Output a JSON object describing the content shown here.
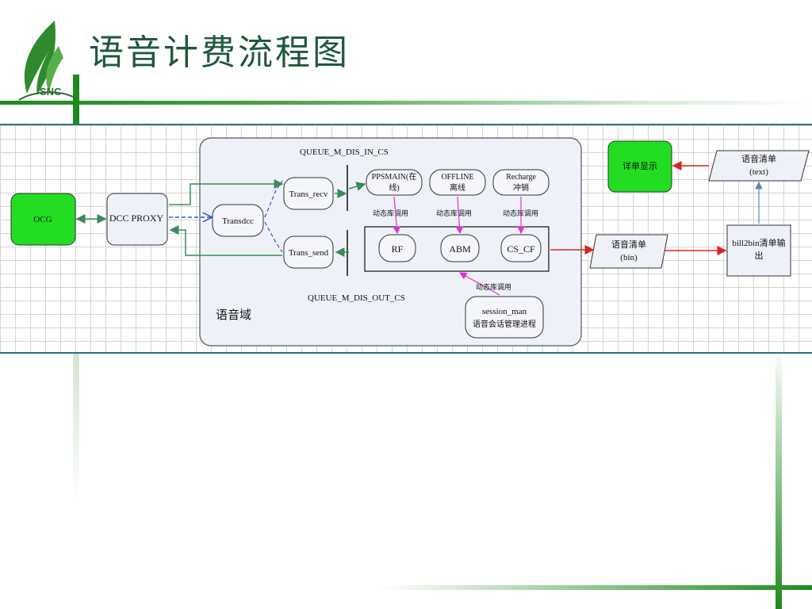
{
  "slide": {
    "title": "语音计费流程图"
  },
  "logo": {
    "text": "SNC"
  },
  "diagram": {
    "nodes": {
      "ocg": "OCG",
      "dcc_proxy": "DCC  PROXY",
      "transdcc": "Transdcc",
      "trans_recv": "Trans_recv",
      "trans_send": "Trans_send",
      "ppsmain_1": "PPSMAIN(在",
      "ppsmain_2": "线)",
      "offline_1": "OFFLINE",
      "offline_2": "离线",
      "recharge_1": "Recharge",
      "recharge_2": "冲销",
      "rf": "RF",
      "abm": "ABM",
      "cs_cf": "CS_CF",
      "session_man_1": "session_man",
      "session_man_2": "语音会话管理进程",
      "detail_display": "详单显示",
      "voice_list_text_1": "语音清单",
      "voice_list_text_2": "(text)",
      "voice_list_bin_1": "语音清单",
      "voice_list_bin_2": "(bin)",
      "bill2bin_1": "bill2bin清单输",
      "bill2bin_2": "出"
    },
    "labels": {
      "queue_in": "QUEUE_M_DIS_IN_CS",
      "queue_out": "QUEUE_M_DIS_OUT_CS",
      "domain": "语音域",
      "dyn_call_1": "动态库调用",
      "dyn_call_2": "动态库调用",
      "dyn_call_3": "动态库调用",
      "dyn_call_4": "动态库调用"
    },
    "colors": {
      "green_node": "#22dd22",
      "domain_fill": "#eef2f8",
      "box_fill": "#eef2f8",
      "arrow_green": "#3a8a5a",
      "arrow_blue": "#3355cc",
      "arrow_magenta": "#dd33cc",
      "arrow_red": "#dd2222",
      "arrow_steel": "#5b84b8"
    }
  }
}
